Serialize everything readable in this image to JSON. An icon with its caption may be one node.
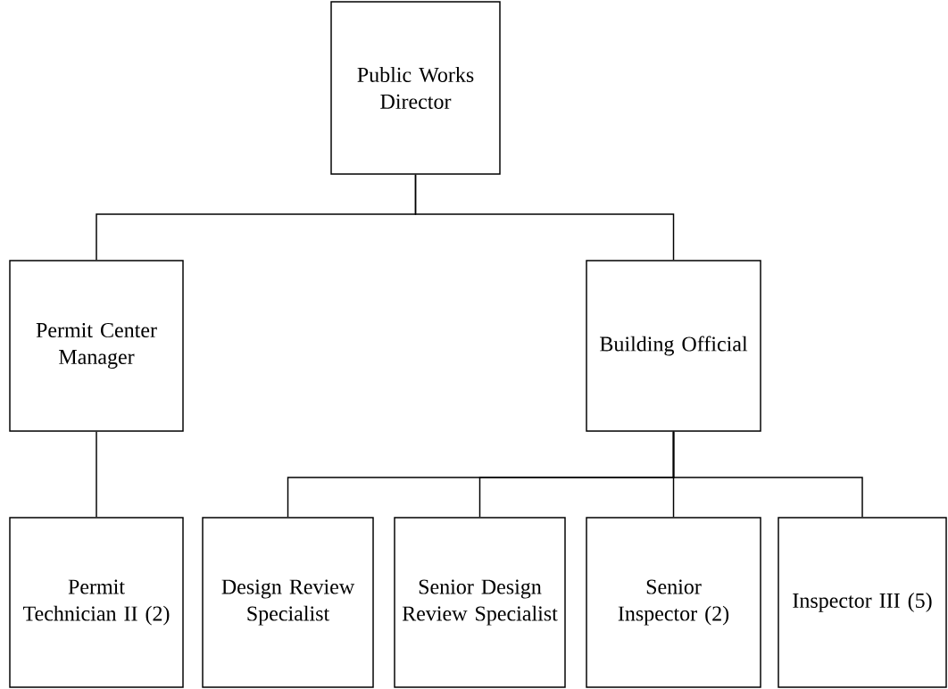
{
  "diagram": {
    "nodes": [
      {
        "text": [
          "Public Works Director"
        ]
      },
      {
        "text": [
          "Permit Center Manager"
        ]
      },
      {
        "text": [
          "Building Official"
        ]
      },
      {
        "text": [
          "Permit Technician II (2)"
        ]
      },
      {
        "text": [
          "Design Review Specialist"
        ]
      },
      {
        "text": [
          "Senior Design Review Specialist"
        ]
      },
      {
        "text": [
          "Senior Inspector (2)"
        ]
      },
      {
        "text": [
          "Inspector III (5)"
        ]
      }
    ],
    "edges": [
      {
        "from": 0,
        "to": 1,
        "arrow": "none"
      },
      {
        "from": 0,
        "to": 2,
        "arrow": "none"
      },
      {
        "from": 1,
        "to": 3,
        "arrow": "none"
      },
      {
        "from": 2,
        "to": 4,
        "arrow": "none"
      },
      {
        "from": 2,
        "to": 5,
        "arrow": "none"
      },
      {
        "from": 2,
        "to": 6,
        "arrow": "none"
      },
      {
        "from": 2,
        "to": 7,
        "arrow": "none"
      }
    ]
  }
}
